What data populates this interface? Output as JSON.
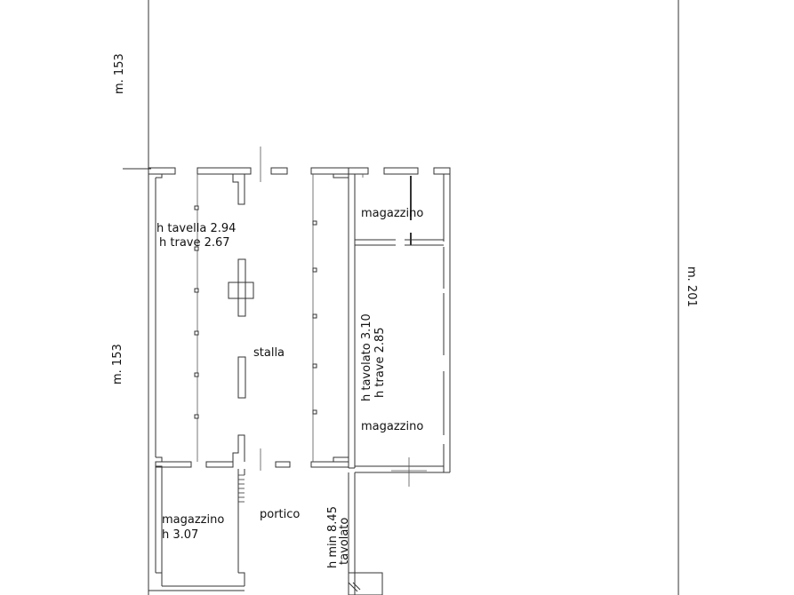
{
  "labels": {
    "dim_top_left": "m. 153",
    "dim_left": "m. 153",
    "dim_right": "m. 201",
    "h_tavella": "h tavella 2.94",
    "h_trave_1": "h trave 2.67",
    "stalla": "stalla",
    "magazzino_top": "magazzino",
    "h_tavolato": "h tavolato 3.10",
    "h_trave_2": "h trave 2.85",
    "magazzino_right": "magazzino",
    "portico": "portico",
    "magazzino_bottom": "magazzino",
    "h_magazzino": "h 3.07",
    "h_min": "h min 8.45",
    "tavolato": "tavolato"
  },
  "colors": {
    "line": "#333333",
    "thin_line": "#555555",
    "background": "#ffffff"
  }
}
